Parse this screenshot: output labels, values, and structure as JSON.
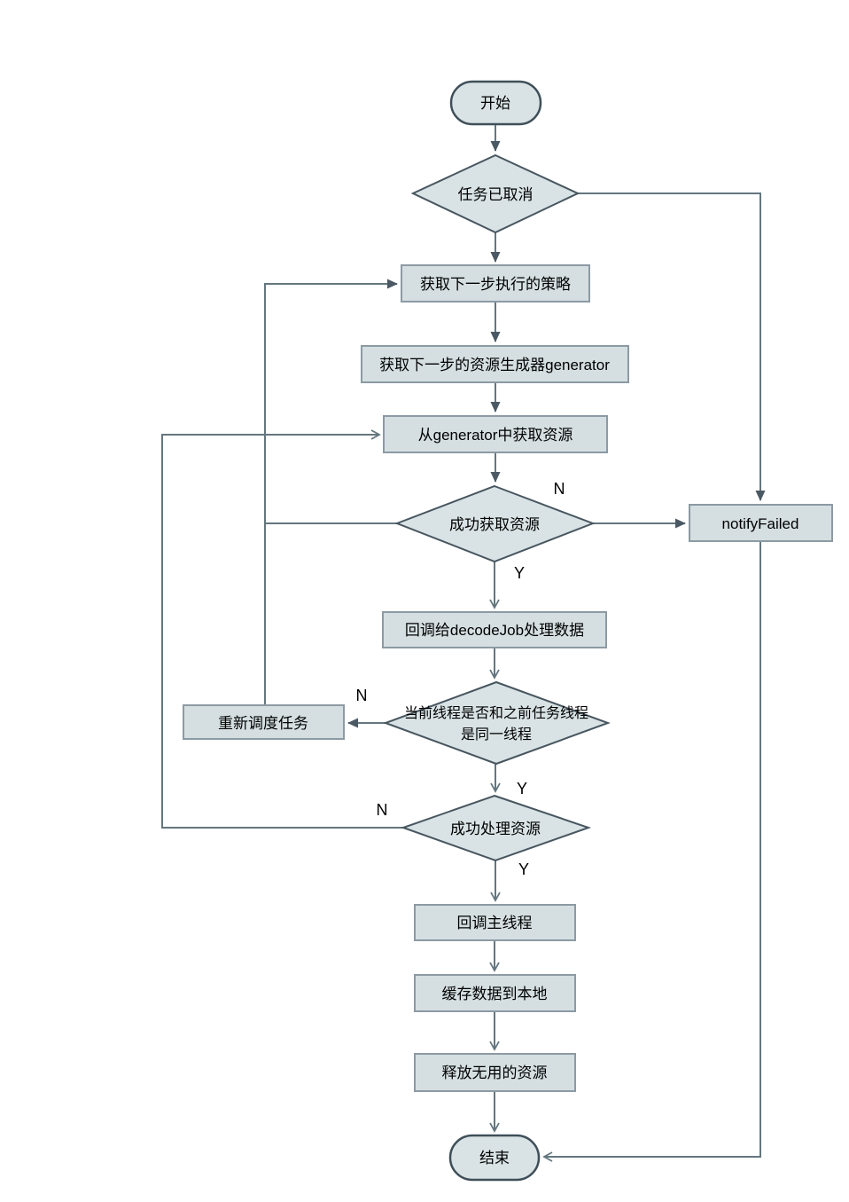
{
  "diagram": {
    "type": "flowchart",
    "background": "#ffffff",
    "colors": {
      "node_fill": "#d9e3e5",
      "process_fill": "#d5dfe2",
      "terminal_border": "#3f4f59",
      "diamond_border": "#47565f",
      "rect_border": "#8c9aa3",
      "connector": "#64767f",
      "arrow_fill": "#4a5964",
      "text": "#000000"
    },
    "nodes": {
      "start": {
        "type": "terminal",
        "label": "开始"
      },
      "task_cancelled": {
        "type": "decision",
        "label": "任务已取消"
      },
      "get_strategy": {
        "type": "process",
        "label": "获取下一步执行的策略"
      },
      "get_generator": {
        "type": "process",
        "label": "获取下一步的资源生成器generator"
      },
      "fetch_from_generator": {
        "type": "process",
        "label": "从generator中获取资源"
      },
      "fetch_success": {
        "type": "decision",
        "label": "成功获取资源"
      },
      "notify_failed": {
        "type": "process",
        "label": "notifyFailed"
      },
      "callback_decodejob": {
        "type": "process",
        "label": "回调给decodeJob处理数据"
      },
      "same_thread": {
        "type": "decision",
        "label_line1": "当前线程是否和之前任务线程",
        "label_line2": "是同一线程"
      },
      "reschedule_task": {
        "type": "process",
        "label": "重新调度任务"
      },
      "process_success": {
        "type": "decision",
        "label": "成功处理资源"
      },
      "callback_main_thread": {
        "type": "process",
        "label": "回调主线程"
      },
      "cache_data_local": {
        "type": "process",
        "label": "缓存数据到本地"
      },
      "release_unused_resources": {
        "type": "process",
        "label": "释放无用的资源"
      },
      "end": {
        "type": "terminal",
        "label": "结束"
      }
    },
    "edge_labels": {
      "fetch_success_no": "N",
      "fetch_success_yes": "Y",
      "same_thread_no": "N",
      "same_thread_yes": "Y",
      "process_success_no": "N",
      "process_success_yes": "Y"
    }
  }
}
